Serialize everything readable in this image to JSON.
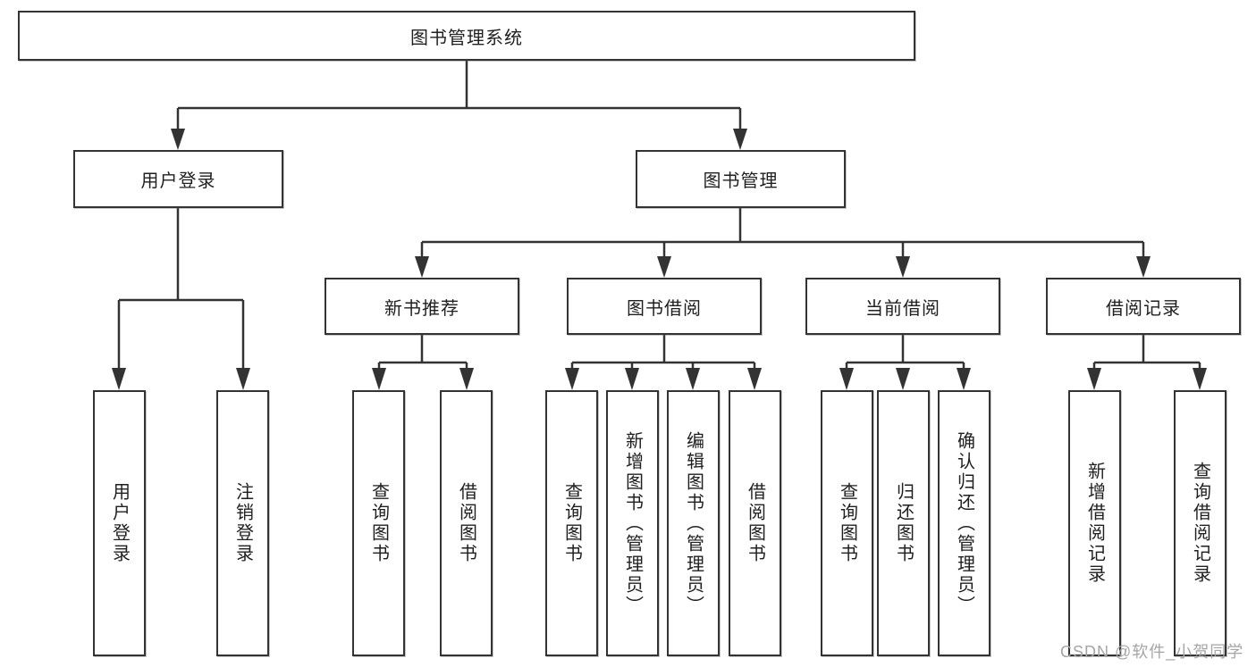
{
  "diagram": {
    "root": {
      "label": "图书管理系统"
    },
    "level2": [
      {
        "label": "用户登录"
      },
      {
        "label": "图书管理"
      }
    ],
    "level3": [
      {
        "label": "新书推荐"
      },
      {
        "label": "图书借阅"
      },
      {
        "label": "当前借阅"
      },
      {
        "label": "借阅记录"
      }
    ],
    "leaves": {
      "user_login": [
        "用户登录",
        "注销登录"
      ],
      "new_book_recommend": [
        "查询图书",
        "借阅图书"
      ],
      "book_borrow": [
        "查询图书",
        "新增图书（管理员）",
        "编辑图书（管理员）",
        "借阅图书"
      ],
      "current_borrow": [
        "查询图书",
        "归还图书",
        "确认归还（管理员）"
      ],
      "borrow_record": [
        "新增借阅记录",
        "查询借阅记录"
      ]
    },
    "watermark": "CSDN @软件_小贺同学",
    "colors": {
      "line": "#333333",
      "text": "#1f1f1f",
      "watermark": "#a6a6a6",
      "background": "#ffffff"
    }
  }
}
